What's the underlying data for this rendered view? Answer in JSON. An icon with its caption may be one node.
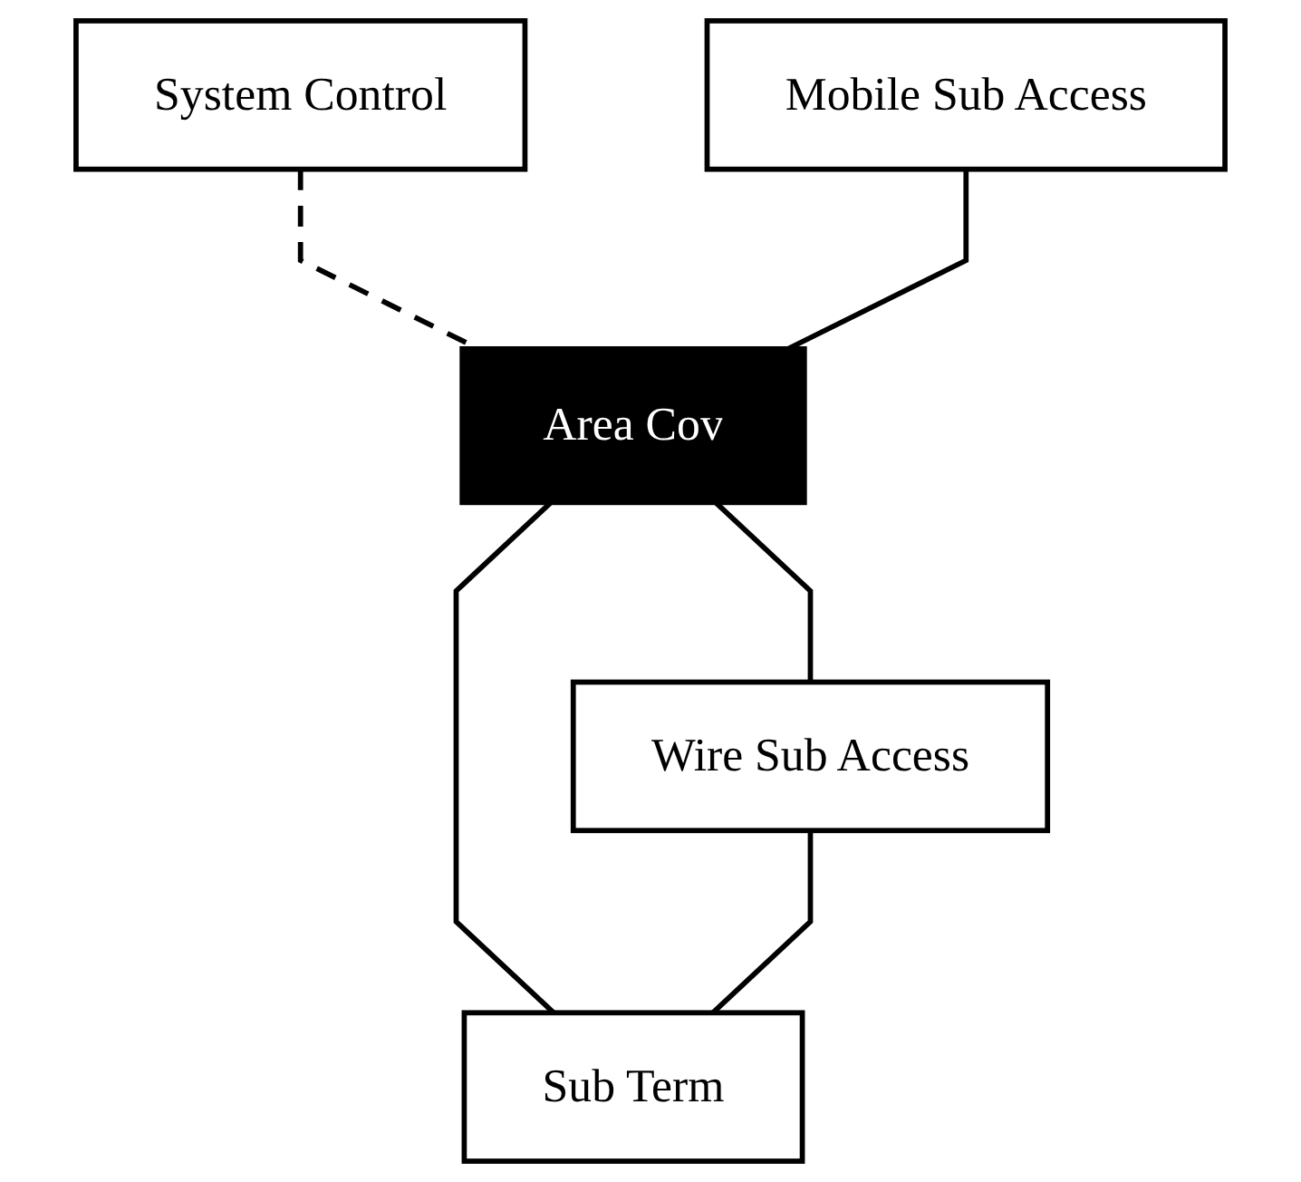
{
  "diagram": {
    "nodes": [
      {
        "text": [
          "System Control"
        ]
      },
      {
        "text": [
          "Mobile Sub Access"
        ]
      },
      {
        "text": [
          "Area Cov"
        ]
      },
      {
        "text": [
          "Sub Term"
        ]
      },
      {
        "text": [
          "Wire Sub Access"
        ]
      }
    ],
    "edges": [
      {
        "from": 0,
        "to": 2,
        "arrow": "none",
        "style": "dashed"
      },
      {
        "from": 1,
        "to": 2,
        "arrow": "none"
      },
      {
        "from": 2,
        "to": 3,
        "arrow": "none"
      },
      {
        "from": 2,
        "to": 4,
        "arrow": "none"
      },
      {
        "from": 4,
        "to": 3,
        "arrow": "none"
      }
    ]
  }
}
